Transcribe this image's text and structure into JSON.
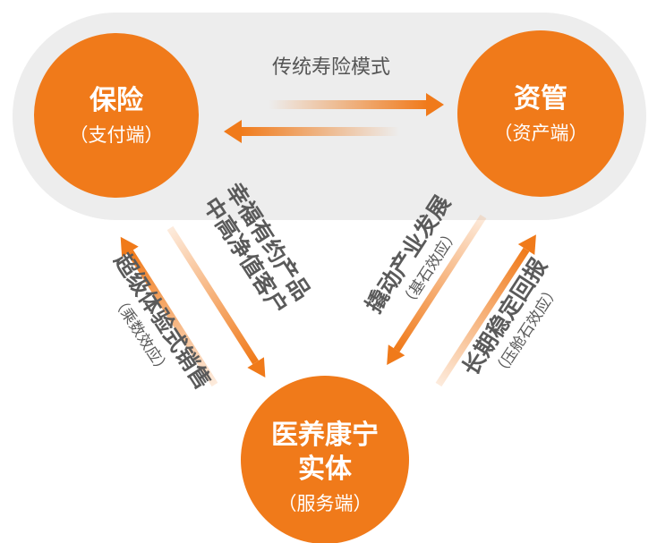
{
  "colors": {
    "accent": "#F07A1A",
    "band": "#EDEDED",
    "text": "#5A5A5A",
    "node_text": "#FFFFFF"
  },
  "nodes": {
    "insurance": {
      "title": "保险",
      "subtitle": "（支付端）"
    },
    "asset": {
      "title": "资管",
      "subtitle": "（资产端）"
    },
    "health": {
      "title_line1": "医养康宁",
      "title_line2": "实体",
      "subtitle": "（服务端）"
    }
  },
  "labels": {
    "top": "传统寿险模式",
    "left_outer": {
      "main": "超级体验式销售",
      "sub": "（乘数效应）"
    },
    "left_inner": {
      "line1": "幸福有约产品",
      "line2": "中高净值客户"
    },
    "right_inner": {
      "main": "撬动产业发展",
      "sub": "（基石效应）"
    },
    "right_outer": {
      "main": "长期稳定回报",
      "sub": "（压舱石效应）"
    }
  }
}
